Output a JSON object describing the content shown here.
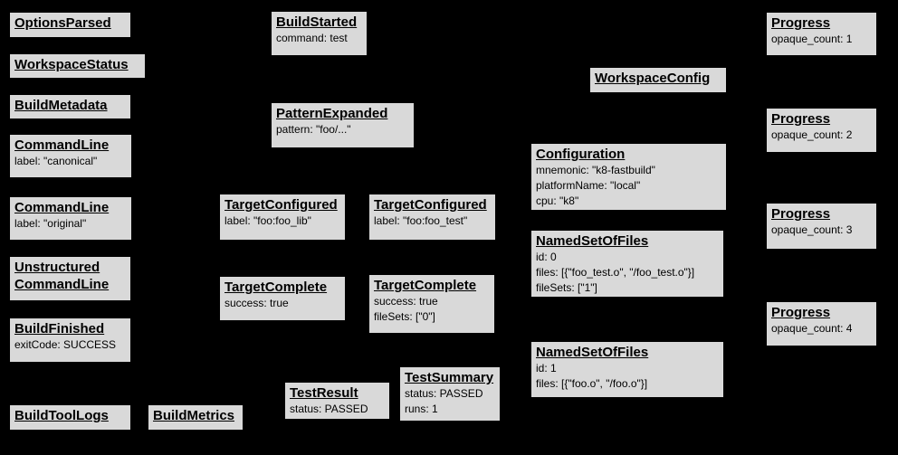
{
  "diagram": {
    "description": "Build event protocol graph",
    "background_color": "#000000",
    "node_fill_color": "#d9d9d9",
    "node_border_color": "#000000",
    "text_color": "#000000",
    "nodes": {
      "options_parsed": {
        "title": "OptionsParsed",
        "lines": []
      },
      "workspace_status": {
        "title": "WorkspaceStatus",
        "lines": []
      },
      "build_metadata": {
        "title": "BuildMetadata",
        "lines": []
      },
      "command_line_canonical": {
        "title": "CommandLine",
        "lines": [
          "label: \"canonical\""
        ]
      },
      "command_line_original": {
        "title": "CommandLine",
        "lines": [
          "label: \"original\""
        ]
      },
      "unstructured_command_line": {
        "title": "Unstructured CommandLine",
        "lines": []
      },
      "build_finished": {
        "title": "BuildFinished",
        "lines": [
          "exitCode: SUCCESS"
        ]
      },
      "build_tool_logs": {
        "title": "BuildToolLogs",
        "lines": []
      },
      "build_metrics": {
        "title": "BuildMetrics",
        "lines": []
      },
      "build_started": {
        "title": "BuildStarted",
        "lines": [
          "command: test"
        ]
      },
      "pattern_expanded": {
        "title": "PatternExpanded",
        "lines": [
          "pattern: \"foo/...\""
        ]
      },
      "target_configured_lib": {
        "title": "TargetConfigured",
        "lines": [
          "label: \"foo:foo_lib\""
        ]
      },
      "target_configured_test": {
        "title": "TargetConfigured",
        "lines": [
          "label: \"foo:foo_test\""
        ]
      },
      "target_complete_lib": {
        "title": "TargetComplete",
        "lines": [
          "success: true"
        ]
      },
      "target_complete_test": {
        "title": "TargetComplete",
        "lines": [
          "success: true",
          "fileSets: [\"0\"]"
        ]
      },
      "test_result": {
        "title": "TestResult",
        "lines": [
          "status: PASSED"
        ]
      },
      "test_summary": {
        "title": "TestSummary",
        "lines": [
          "status: PASSED",
          "runs: 1"
        ]
      },
      "workspace_config": {
        "title": "WorkspaceConfig",
        "lines": []
      },
      "configuration": {
        "title": "Configuration",
        "lines": [
          "mnemonic: \"k8-fastbuild\"",
          "platformName: \"local\"",
          "cpu: \"k8\""
        ]
      },
      "named_set_of_files_0": {
        "title": "NamedSetOfFiles",
        "lines": [
          "id: 0",
          "files: [{\"foo_test.o\", \"/foo_test.o\"}]",
          "fileSets: [\"1\"]"
        ]
      },
      "named_set_of_files_1": {
        "title": "NamedSetOfFiles",
        "lines": [
          "id: 1",
          "files: [{\"foo.o\", \"/foo.o\"}]"
        ]
      },
      "progress_1": {
        "title": "Progress",
        "lines": [
          "opaque_count: 1"
        ]
      },
      "progress_2": {
        "title": "Progress",
        "lines": [
          "opaque_count: 2"
        ]
      },
      "progress_3": {
        "title": "Progress",
        "lines": [
          "opaque_count: 3"
        ]
      },
      "progress_4": {
        "title": "Progress",
        "lines": [
          "opaque_count: 4"
        ]
      }
    }
  }
}
